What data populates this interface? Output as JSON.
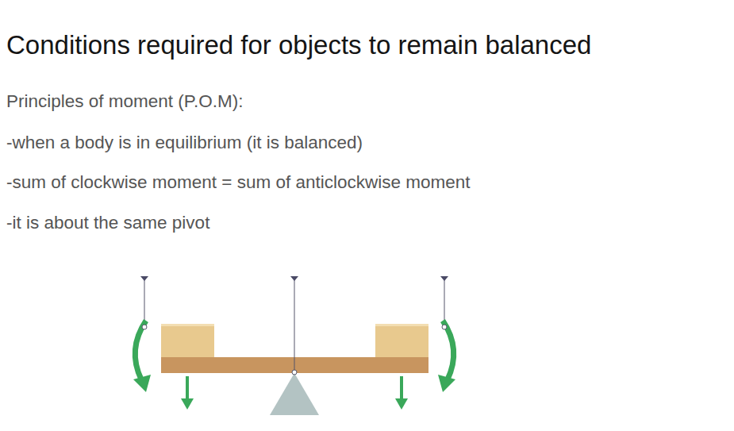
{
  "diagram": {
    "title": "Conditions required for objects to remain balanced",
    "nodes": [
      {
        "text": [
          "Anticlockwise moment"
        ]
      },
      {
        "text": [
          "Pivot"
        ]
      },
      {
        "text": [
          "Clockwise moment"
        ]
      }
    ],
    "labels": [
      "Principles of moment (P.O.M):",
      "-when a body is in equilibrium (it is balanced)",
      "-sum of clockwise moment = sum of anticlockwise moment",
      "-it is about the same pivot"
    ]
  }
}
